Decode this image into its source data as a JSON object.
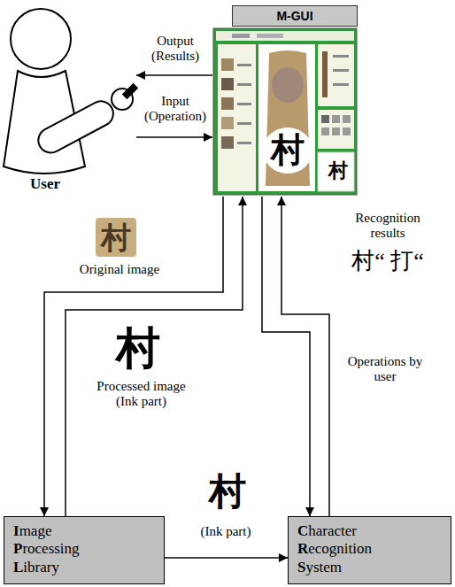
{
  "diagram": {
    "nodes": [
      {
        "text": [
          "User"
        ]
      },
      {
        "text": [
          "M-GUI"
        ]
      },
      {
        "text": [
          "Image Processing Library"
        ]
      },
      {
        "text": [
          "Character Recognition System"
        ]
      }
    ],
    "edges": [
      {
        "from": 1,
        "to": 0,
        "arrow": "to",
        "label": "Output (Results)"
      },
      {
        "from": 0,
        "to": 1,
        "arrow": "to",
        "label": "Input (Operation)"
      },
      {
        "from": 1,
        "to": 2,
        "arrow": "to",
        "label": "Original image"
      },
      {
        "from": 2,
        "to": 1,
        "arrow": "to",
        "label": "Processed image (Ink part)"
      },
      {
        "from": 1,
        "to": 3,
        "arrow": "to",
        "label": "Operations by user"
      },
      {
        "from": 3,
        "to": 1,
        "arrow": "to",
        "label": "Recognition results"
      },
      {
        "from": 2,
        "to": 3,
        "arrow": "to",
        "label": "(Ink part)"
      }
    ],
    "labels": [
      "村",
      "村",
      "村",
      "村“ 打“",
      "村",
      "村"
    ]
  }
}
